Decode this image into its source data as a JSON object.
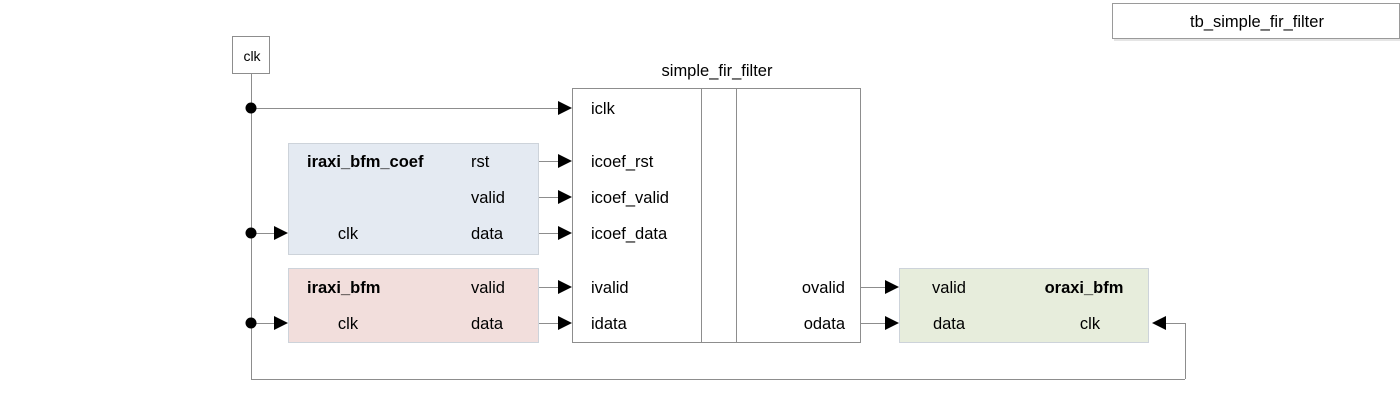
{
  "diagram": {
    "title_box": {
      "label": "tb_simple_fir_filter"
    },
    "clock_source": {
      "label": "clk"
    },
    "dut": {
      "title": "simple_fir_filter",
      "inputs": [
        {
          "name": "iclk"
        },
        {
          "name": "icoef_rst"
        },
        {
          "name": "icoef_valid"
        },
        {
          "name": "icoef_data"
        },
        {
          "name": "ivalid"
        },
        {
          "name": "idata"
        }
      ],
      "outputs": [
        {
          "name": "ovalid"
        },
        {
          "name": "odata"
        }
      ]
    },
    "blocks": [
      {
        "id": "iraxi_bfm_coef",
        "title": "iraxi_bfm_coef",
        "fill": "#e4eaf2",
        "inputs": [
          {
            "name": "clk"
          }
        ],
        "outputs": [
          {
            "name": "rst"
          },
          {
            "name": "valid"
          },
          {
            "name": "data"
          }
        ]
      },
      {
        "id": "iraxi_bfm",
        "title": "iraxi_bfm",
        "fill": "#f2dedc",
        "inputs": [
          {
            "name": "clk"
          }
        ],
        "outputs": [
          {
            "name": "valid"
          },
          {
            "name": "data"
          }
        ]
      },
      {
        "id": "oraxi_bfm",
        "title": "oraxi_bfm",
        "fill": "#e7eddc",
        "inputs": [
          {
            "name": "valid"
          },
          {
            "name": "data"
          },
          {
            "name": "clk"
          }
        ],
        "outputs": []
      }
    ],
    "colors": {
      "wire": "#8d8d8d",
      "outline": "#8d8d8d",
      "text": "#000000",
      "background": "#ffffff"
    }
  }
}
